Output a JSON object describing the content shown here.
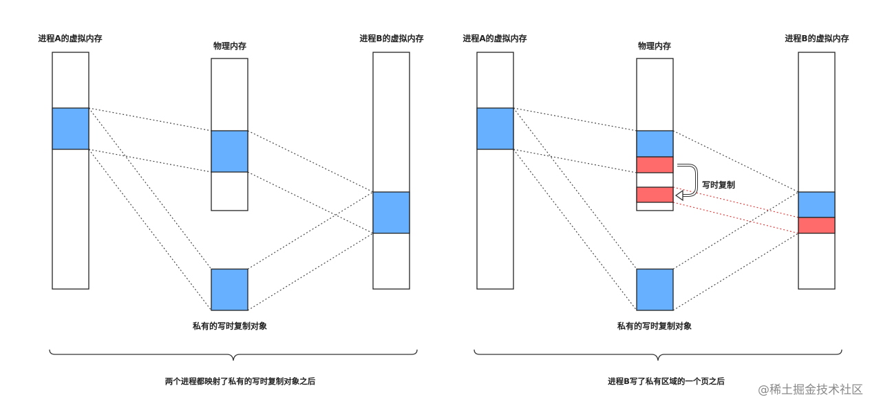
{
  "colors": {
    "shared_page": "#66b0ff",
    "copied_page": "#ff6b6b",
    "outline": "#222222"
  },
  "left_panel": {
    "label_a": "进程A的虚拟内存",
    "label_phys": "物理内存",
    "label_b": "进程B的虚拟内存",
    "label_obj": "私有的写时复制对象",
    "caption": "两个进程都映射了私有的写时复制对象之后"
  },
  "right_panel": {
    "label_a": "进程A的虚拟内存",
    "label_phys": "物理内存",
    "label_b": "进程B的虚拟内存",
    "label_obj": "私有的写时复制对象",
    "cow_label": "写时复制",
    "caption": "进程B写了私有区域的一个页之后"
  },
  "watermark": "@稀土掘金技术社区"
}
